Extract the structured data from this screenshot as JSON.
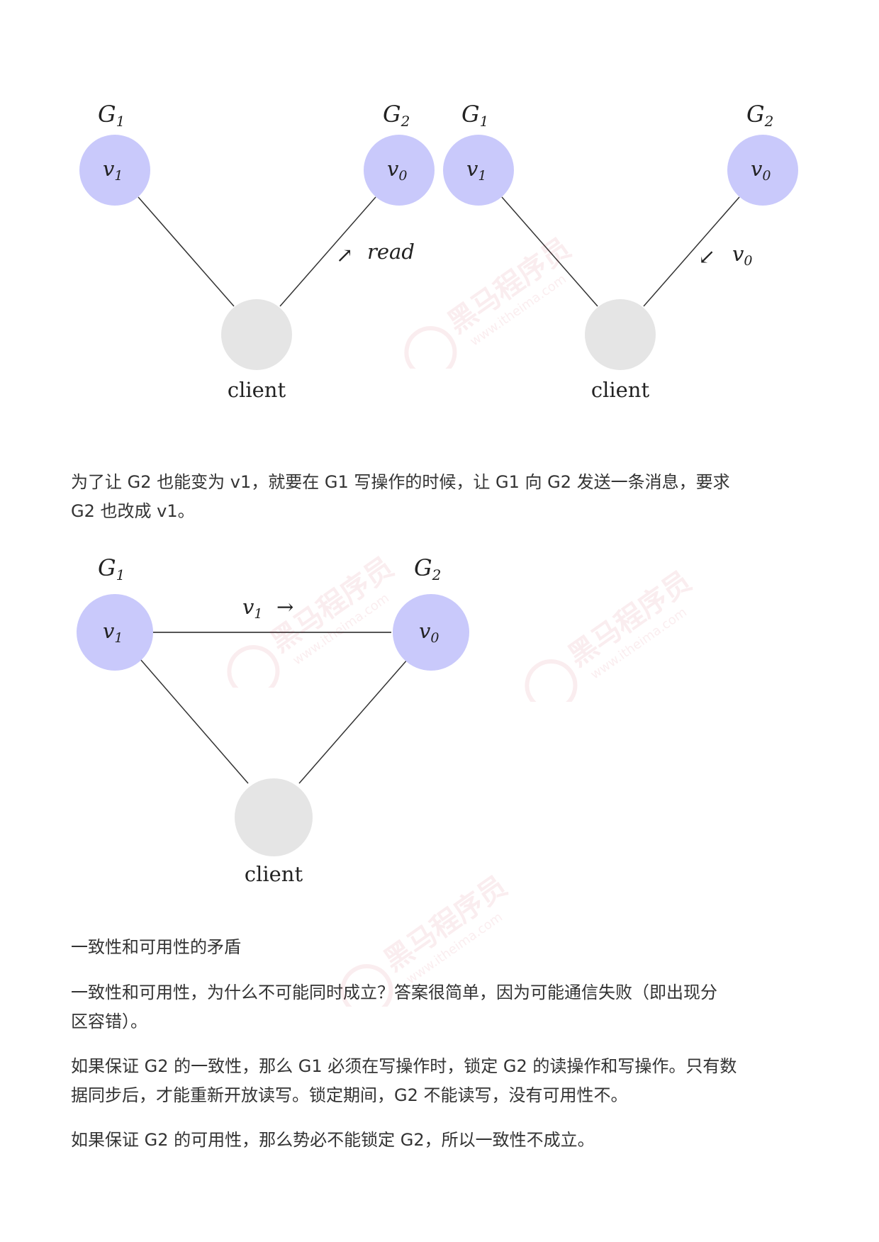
{
  "diagram1": {
    "left": {
      "g1_label": "G",
      "g1_sub": "1",
      "g2_label": "G",
      "g2_sub": "2",
      "node1": "v",
      "node1_sub": "1",
      "node2": "v",
      "node2_sub": "0",
      "edge_arrow": "↗",
      "edge_label": "read",
      "client": "client"
    },
    "right": {
      "g1_label": "G",
      "g1_sub": "1",
      "g2_label": "G",
      "g2_sub": "2",
      "node1": "v",
      "node1_sub": "1",
      "node2": "v",
      "node2_sub": "0",
      "edge_arrow": "↙",
      "edge_label": "v",
      "edge_label_sub": "0",
      "client": "client"
    }
  },
  "paragraph1": {
    "line1": "为了让 G2 也能变为 v1，就要在 G1 写操作的时候，让 G1 向 G2 发送一条消息，要求",
    "line2": "G2 也改成 v1。"
  },
  "diagram2": {
    "g1_label": "G",
    "g1_sub": "1",
    "g2_label": "G",
    "g2_sub": "2",
    "node1": "v",
    "node1_sub": "1",
    "node2": "v",
    "node2_sub": "0",
    "edge_label": "v",
    "edge_label_sub": "1",
    "edge_arrow": "→",
    "client": "client"
  },
  "heading": "一致性和可用性的矛盾",
  "paragraph2": {
    "line1": "一致性和可用性，为什么不可能同时成立？答案很简单，因为可能通信失败（即出现分",
    "line2": "区容错）。"
  },
  "paragraph3": {
    "line1": "如果保证 G2 的一致性，那么 G1 必须在写操作时，锁定 G2 的读操作和写操作。只有数",
    "line2": "据同步后，才能重新开放读写。锁定期间，G2 不能读写，没有可用性不。"
  },
  "paragraph4": {
    "line1": "如果保证 G2 的可用性，那么势必不能锁定 G2，所以一致性不成立。"
  },
  "watermark": {
    "text": "黑马程序员",
    "sub": "www.itheima.com"
  },
  "colors": {
    "server_node": "#c9c9fb",
    "client_node": "#e5e5e5",
    "edge": "#333333",
    "text": "#333333"
  }
}
